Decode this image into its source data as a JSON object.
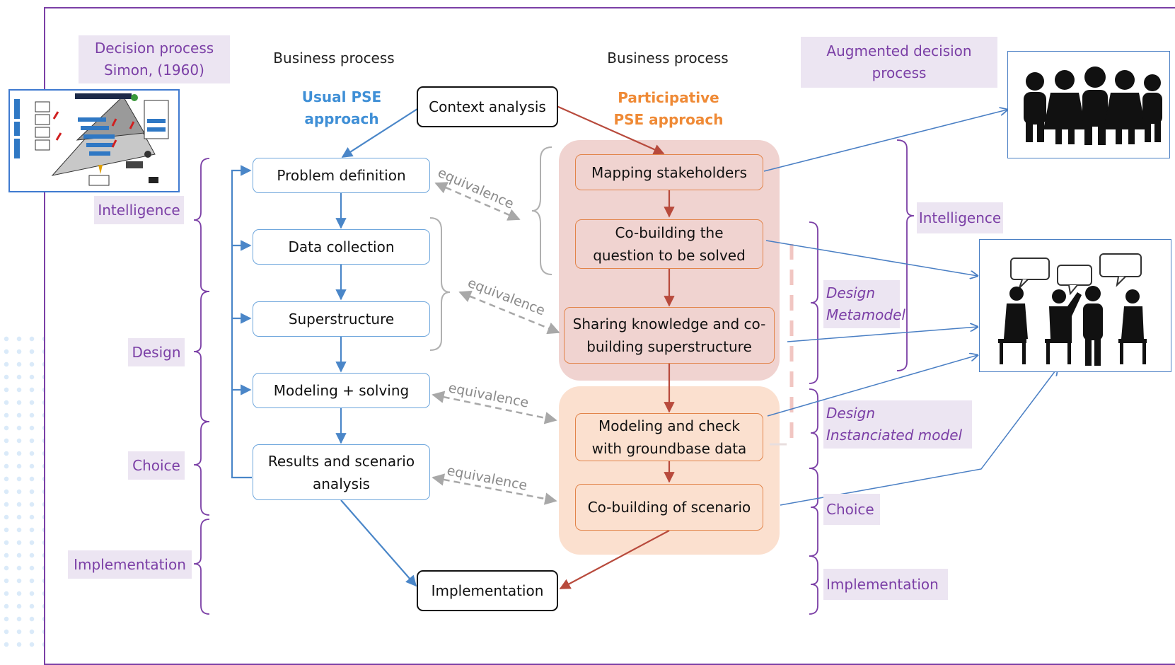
{
  "left_tags": {
    "decision_process": "Decision process\nSimon, (1960)",
    "intelligence": "Intelligence",
    "design": "Design",
    "choice": "Choice",
    "implementation": "Implementation"
  },
  "headers": {
    "business_process_left": "Business process",
    "business_process_right": "Business process"
  },
  "approaches": {
    "usual": "Usual PSE\napproach",
    "participative": "Participative\nPSE approach"
  },
  "nodes": {
    "context_analysis": "Context analysis",
    "implementation": "Implementation",
    "problem_definition": "Problem definition",
    "data_collection": "Data collection",
    "superstructure": "Superstructure",
    "modeling_solving": "Modeling + solving",
    "results_scenario": "Results and scenario\nanalysis",
    "mapping_stakeholders": "Mapping stakeholders",
    "cobuilding_question": "Co-building the\nquestion to be solved",
    "sharing_knowledge": "Sharing knowledge and co-\nbuilding superstructure",
    "modeling_check": "Modeling and check\nwith groundbase data",
    "cobuilding_scenario": "Co-building of scenario"
  },
  "equivalence": [
    "equivalence",
    "equivalence",
    "equivalence",
    "equivalence"
  ],
  "right_tags": {
    "augmented": "Augmented decision\nprocess",
    "intelligence": "Intelligence",
    "design_metamodel": "Design\nMetamodel",
    "design_instanciated": "Design\nInstanciated model",
    "choice": "Choice",
    "implementation": "Implementation"
  },
  "icons": {
    "thumbnail": "decision-pyramid-thumbnail",
    "people_group": "people-group-icon",
    "meeting": "meeting-discussion-icon"
  },
  "colors": {
    "frame": "#7b3fa6",
    "blue_flow": "#4a86c8",
    "red_flow": "#b84a3c",
    "orange_box": "#e2844a",
    "tag_bg": "#ece5f2",
    "equivalence": "#a0a0a0"
  }
}
